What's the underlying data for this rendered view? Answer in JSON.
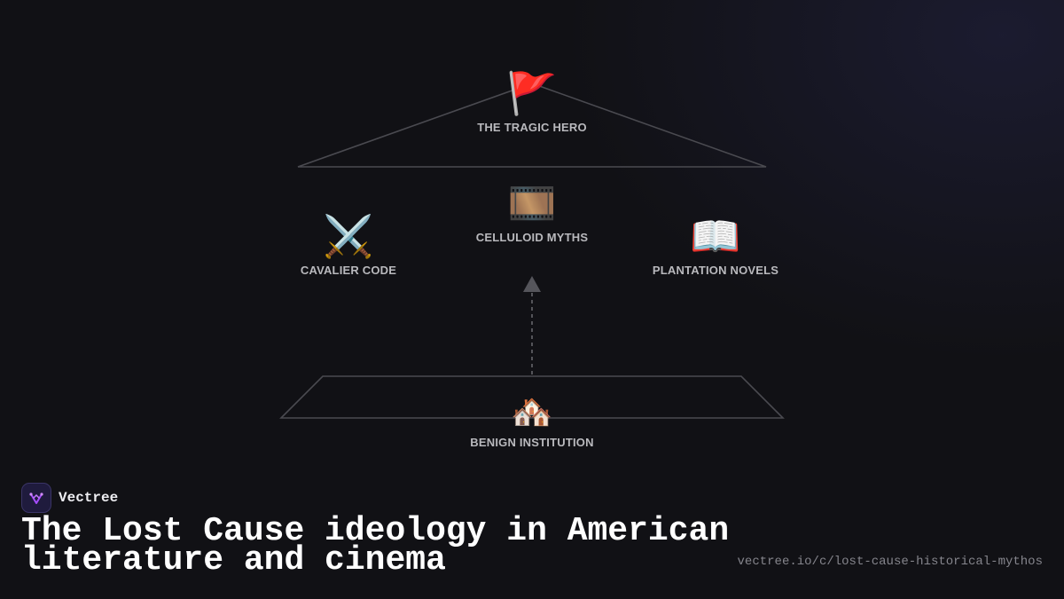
{
  "brand": {
    "name": "Vectree"
  },
  "title": "The Lost Cause ideology in American literature and cinema",
  "url": "vectree.io/c/lost-cause-historical-mythos",
  "nodes": {
    "tragic_hero": {
      "icon": "🚩",
      "label": "THE TRAGIC HERO"
    },
    "celluloid_myths": {
      "icon": "🎞️",
      "label": "CELLULOID MYTHS"
    },
    "cavalier_code": {
      "icon": "⚔️",
      "label": "CAVALIER CODE"
    },
    "plantation_novels": {
      "icon": "📖",
      "label": "PLANTATION NOVELS"
    },
    "benign_institution": {
      "icon": "🏘️",
      "label": "BENIGN INSTITUTION"
    }
  },
  "icons": {
    "tragic_hero": "red-flag-icon",
    "celluloid_myths": "film-frames-icon",
    "cavalier_code": "crossed-swords-icon",
    "plantation_novels": "open-book-icon",
    "benign_institution": "houses-icon",
    "brand": "vectree-logo-icon"
  },
  "colors": {
    "background": "#111115",
    "line": "#4a4a50",
    "label": "#b9b9bd",
    "title": "#ffffff",
    "url": "#85858c",
    "brand_accent": "#a64dff"
  }
}
